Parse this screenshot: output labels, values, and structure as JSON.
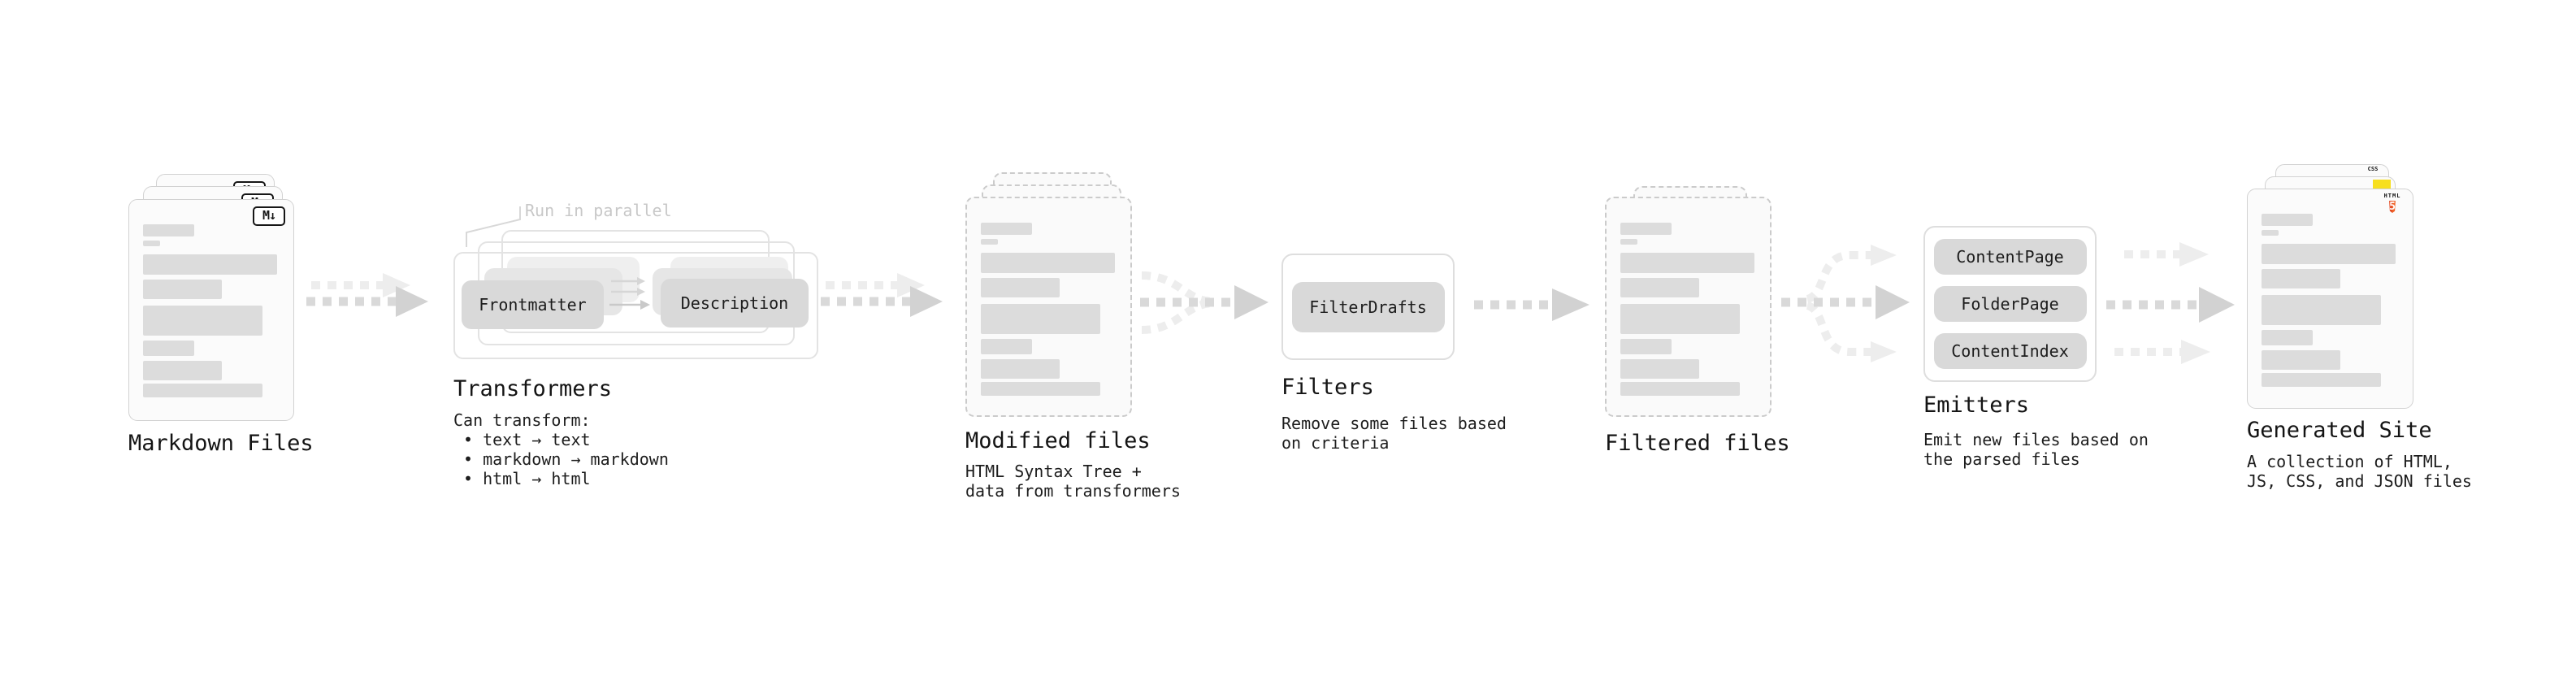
{
  "stages": {
    "markdown": {
      "title": "Markdown Files"
    },
    "transformers": {
      "title": "Transformers",
      "annotation": "Run in parallel",
      "chip_a": "Frontmatter",
      "chip_b": "Description",
      "note_heading": "Can transform:",
      "bullets": [
        "• text → text",
        "• markdown → markdown",
        "• html → html"
      ]
    },
    "modified": {
      "title": "Modified files",
      "subtitle_lines": [
        "HTML Syntax Tree +",
        "data from transformers"
      ]
    },
    "filters": {
      "title": "Filters",
      "chip": "FilterDrafts",
      "subtitle_lines": [
        "Remove some files based",
        "on criteria"
      ]
    },
    "filtered": {
      "title": "Filtered files"
    },
    "emitters": {
      "title": "Emitters",
      "chips": [
        "ContentPage",
        "FolderPage",
        "ContentIndex"
      ],
      "subtitle_lines": [
        "Emit new files based on",
        "the parsed files"
      ]
    },
    "generated": {
      "title": "Generated Site",
      "subtitle_lines": [
        "A collection of HTML,",
        "JS, CSS, and JSON files"
      ]
    }
  },
  "badges": {
    "markdown": "M↓",
    "html5": {
      "label": "HTML",
      "number": "5"
    },
    "css": "CSS"
  },
  "colors": {
    "html5_orange": "#e44d26",
    "js_yellow": "#f7df1e",
    "css_blue": "#2965f1",
    "arrow_dark": "#d9d9d9",
    "arrow_light": "#ededed",
    "annotation_gray": "#c8c8c8"
  }
}
